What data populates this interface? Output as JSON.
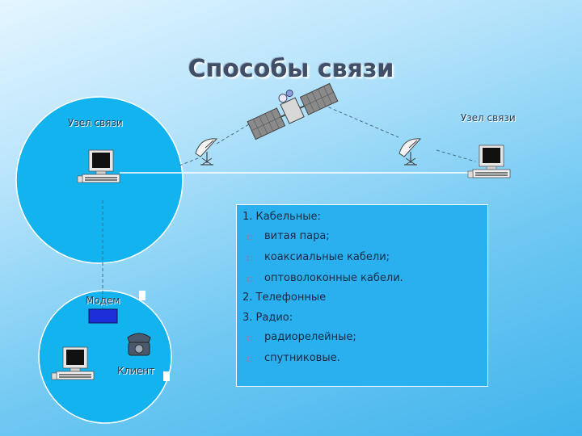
{
  "title": "Способы связи",
  "labels": {
    "node_left": "Узел связи",
    "node_right": "Узел связи",
    "modem": "Модем",
    "client": "Клиент"
  },
  "panel": {
    "cable_heading": "1. Кабельные:",
    "cable_items": [
      "витая пара;",
      "коаксиальные кабели;",
      "оптоволоконные кабели."
    ],
    "phone_heading": "2. Телефонные",
    "radio_heading": "3. Радио:",
    "radio_items": [
      "радиорелейные;",
      "спутниковые."
    ]
  },
  "colors": {
    "circle_fill": "#12b3ee",
    "panel_fill": "#2ab0ee",
    "modem_fill": "#1c2fd6",
    "phone_fill": "#4a5a6e"
  },
  "icons": [
    "computer-icon",
    "satellite-dish-icon",
    "satellite-icon",
    "telephone-icon",
    "modem-icon"
  ]
}
